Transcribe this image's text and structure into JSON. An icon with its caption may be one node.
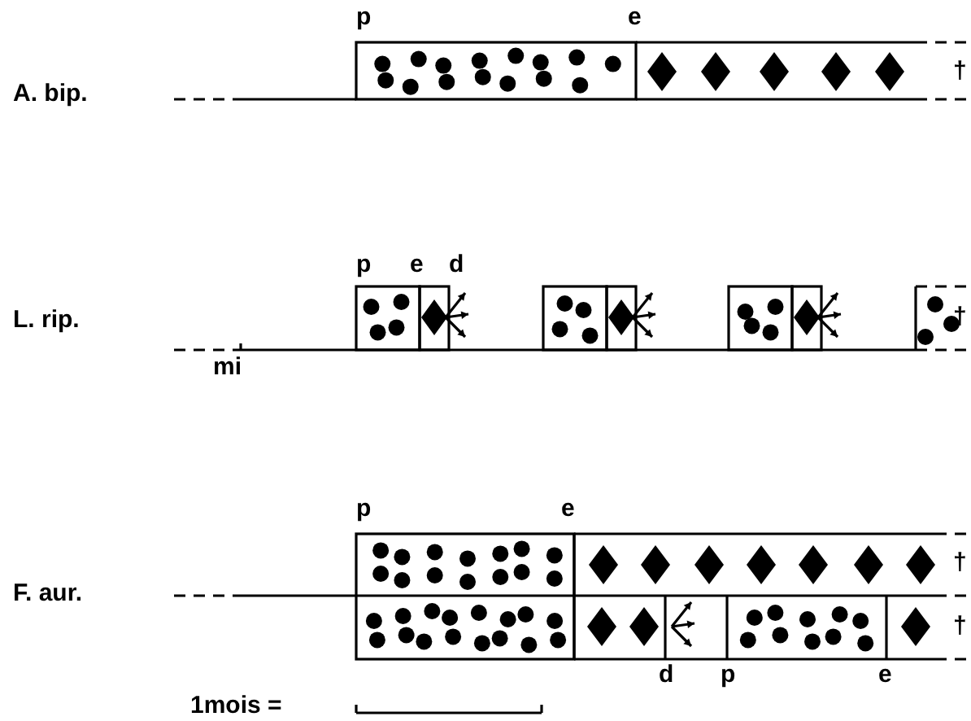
{
  "diagram": {
    "labels": [
      "p",
      "e",
      "A. bip.",
      "†",
      "p",
      "e",
      "d",
      "L. rip.",
      "mi",
      "†",
      "p",
      "e",
      "F. aur.",
      "†",
      "†",
      "d",
      "p",
      "e",
      "1mois ="
    ]
  }
}
